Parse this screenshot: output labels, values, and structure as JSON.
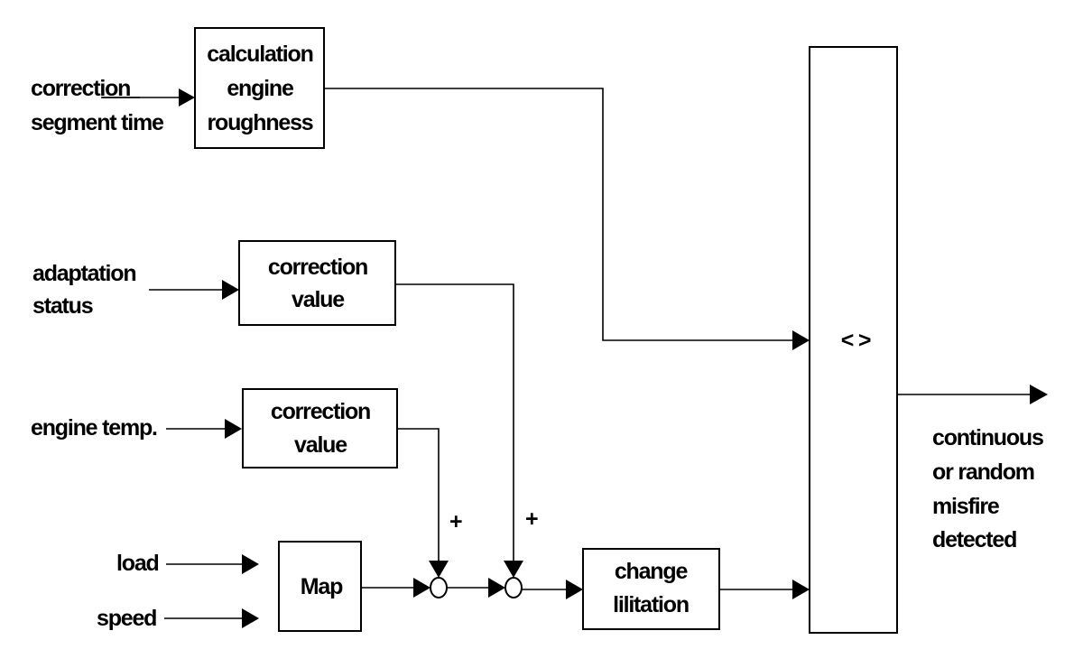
{
  "inputs": {
    "correction_segment_time": [
      "correction",
      "segment time"
    ],
    "adaptation_status": [
      "adaptation",
      "status"
    ],
    "engine_temp": "engine temp.",
    "load": "load",
    "speed": "speed"
  },
  "blocks": {
    "calc_engine_roughness": [
      "calculation",
      "engine",
      "roughness"
    ],
    "correction_value_adaptation": [
      "correction",
      "value"
    ],
    "correction_value_temp": [
      "correction",
      "value"
    ],
    "map": "Map",
    "change_limitation": [
      "change",
      "lilitation"
    ],
    "comparator": "< >"
  },
  "signs": {
    "plus_1": "+",
    "plus_2": "+"
  },
  "output": [
    "continuous",
    "or random",
    "misfire",
    "detected"
  ]
}
